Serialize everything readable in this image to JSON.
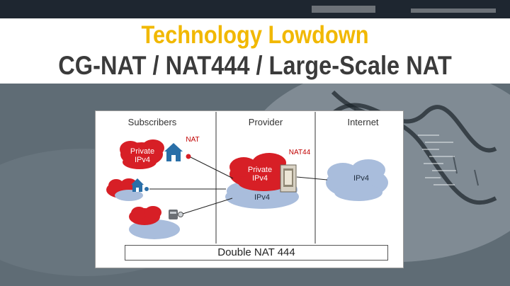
{
  "title": {
    "line1": "Technology Lowdown",
    "line2": "CG-NAT / NAT444 / Large-Scale NAT"
  },
  "colors": {
    "title_accent": "#f1b800",
    "title_main": "#3b3b3b",
    "cloud_red": "#d71f26",
    "cloud_blue": "#a9bddc",
    "nat_label": "#c00000"
  },
  "diagram": {
    "columns": [
      "Subscribers",
      "Provider",
      "Internet"
    ],
    "subscriber_nat_label": "NAT",
    "subscriber_cloud_label": "Private\nIPv4",
    "provider_nat_label": "NAT44",
    "provider_private_label": "Private\nIPv4",
    "provider_public_label": "IPv4",
    "internet_label": "IPv4",
    "footer": "Double NAT 444",
    "icons": [
      "house-router-icon",
      "house-router-icon",
      "server-icon",
      "nat-device-icon"
    ]
  }
}
